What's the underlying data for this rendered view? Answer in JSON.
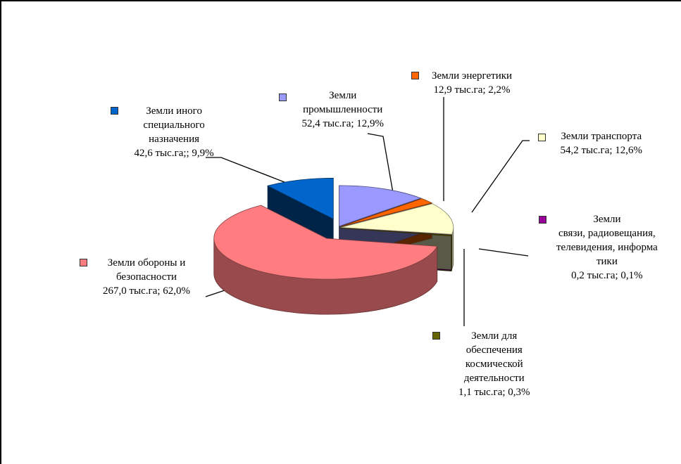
{
  "chart_data": {
    "type": "pie",
    "style": "3d-exploded",
    "legend": "none",
    "slices": [
      {
        "name": "Земли промышленности",
        "value": 52.4,
        "percent": 12.9,
        "color": "#9999ff",
        "label": "Земли\nпромышленности\n52,4 тыс.га; 12,9%"
      },
      {
        "name": "Земли энергетики",
        "value": 12.9,
        "percent": 2.2,
        "color": "#ff6600",
        "label": "Земли энергетики\n12,9 тыс.га; 2,2%"
      },
      {
        "name": "Земли транспорта",
        "value": 54.2,
        "percent": 12.6,
        "color": "#ffffcc",
        "label": "Земли транспорта\n54,2 тыс.га; 12,6%"
      },
      {
        "name": "Земли связи, радиовещания, телевидения, информатики",
        "value": 0.2,
        "percent": 0.1,
        "color": "#990099",
        "label": "Земли\nсвязи, радиовещания,\nтелевидения, информа\nтики\n0,2 тыс.га; 0,1%"
      },
      {
        "name": "Земли для обеспечения космической деятельности",
        "value": 1.1,
        "percent": 0.3,
        "color": "#666600",
        "label": "Земли для\nобеспечения\nкосмической\nдеятельности\n1,1 тыс.га; 0,3%"
      },
      {
        "name": "Земли обороны и безопасности",
        "value": 267.0,
        "percent": 62.0,
        "color": "#ff7c80",
        "label": "Земли обороны и\nбезопасности\n267,0 тыс.га; 62,0%"
      },
      {
        "name": "Земли иного специального назначения",
        "value": 42.6,
        "percent": 9.9,
        "color": "#0066cc",
        "label": "Земли иного\nспециального\nназначения\n42,6 тыс.га;; 9,9%"
      }
    ]
  }
}
